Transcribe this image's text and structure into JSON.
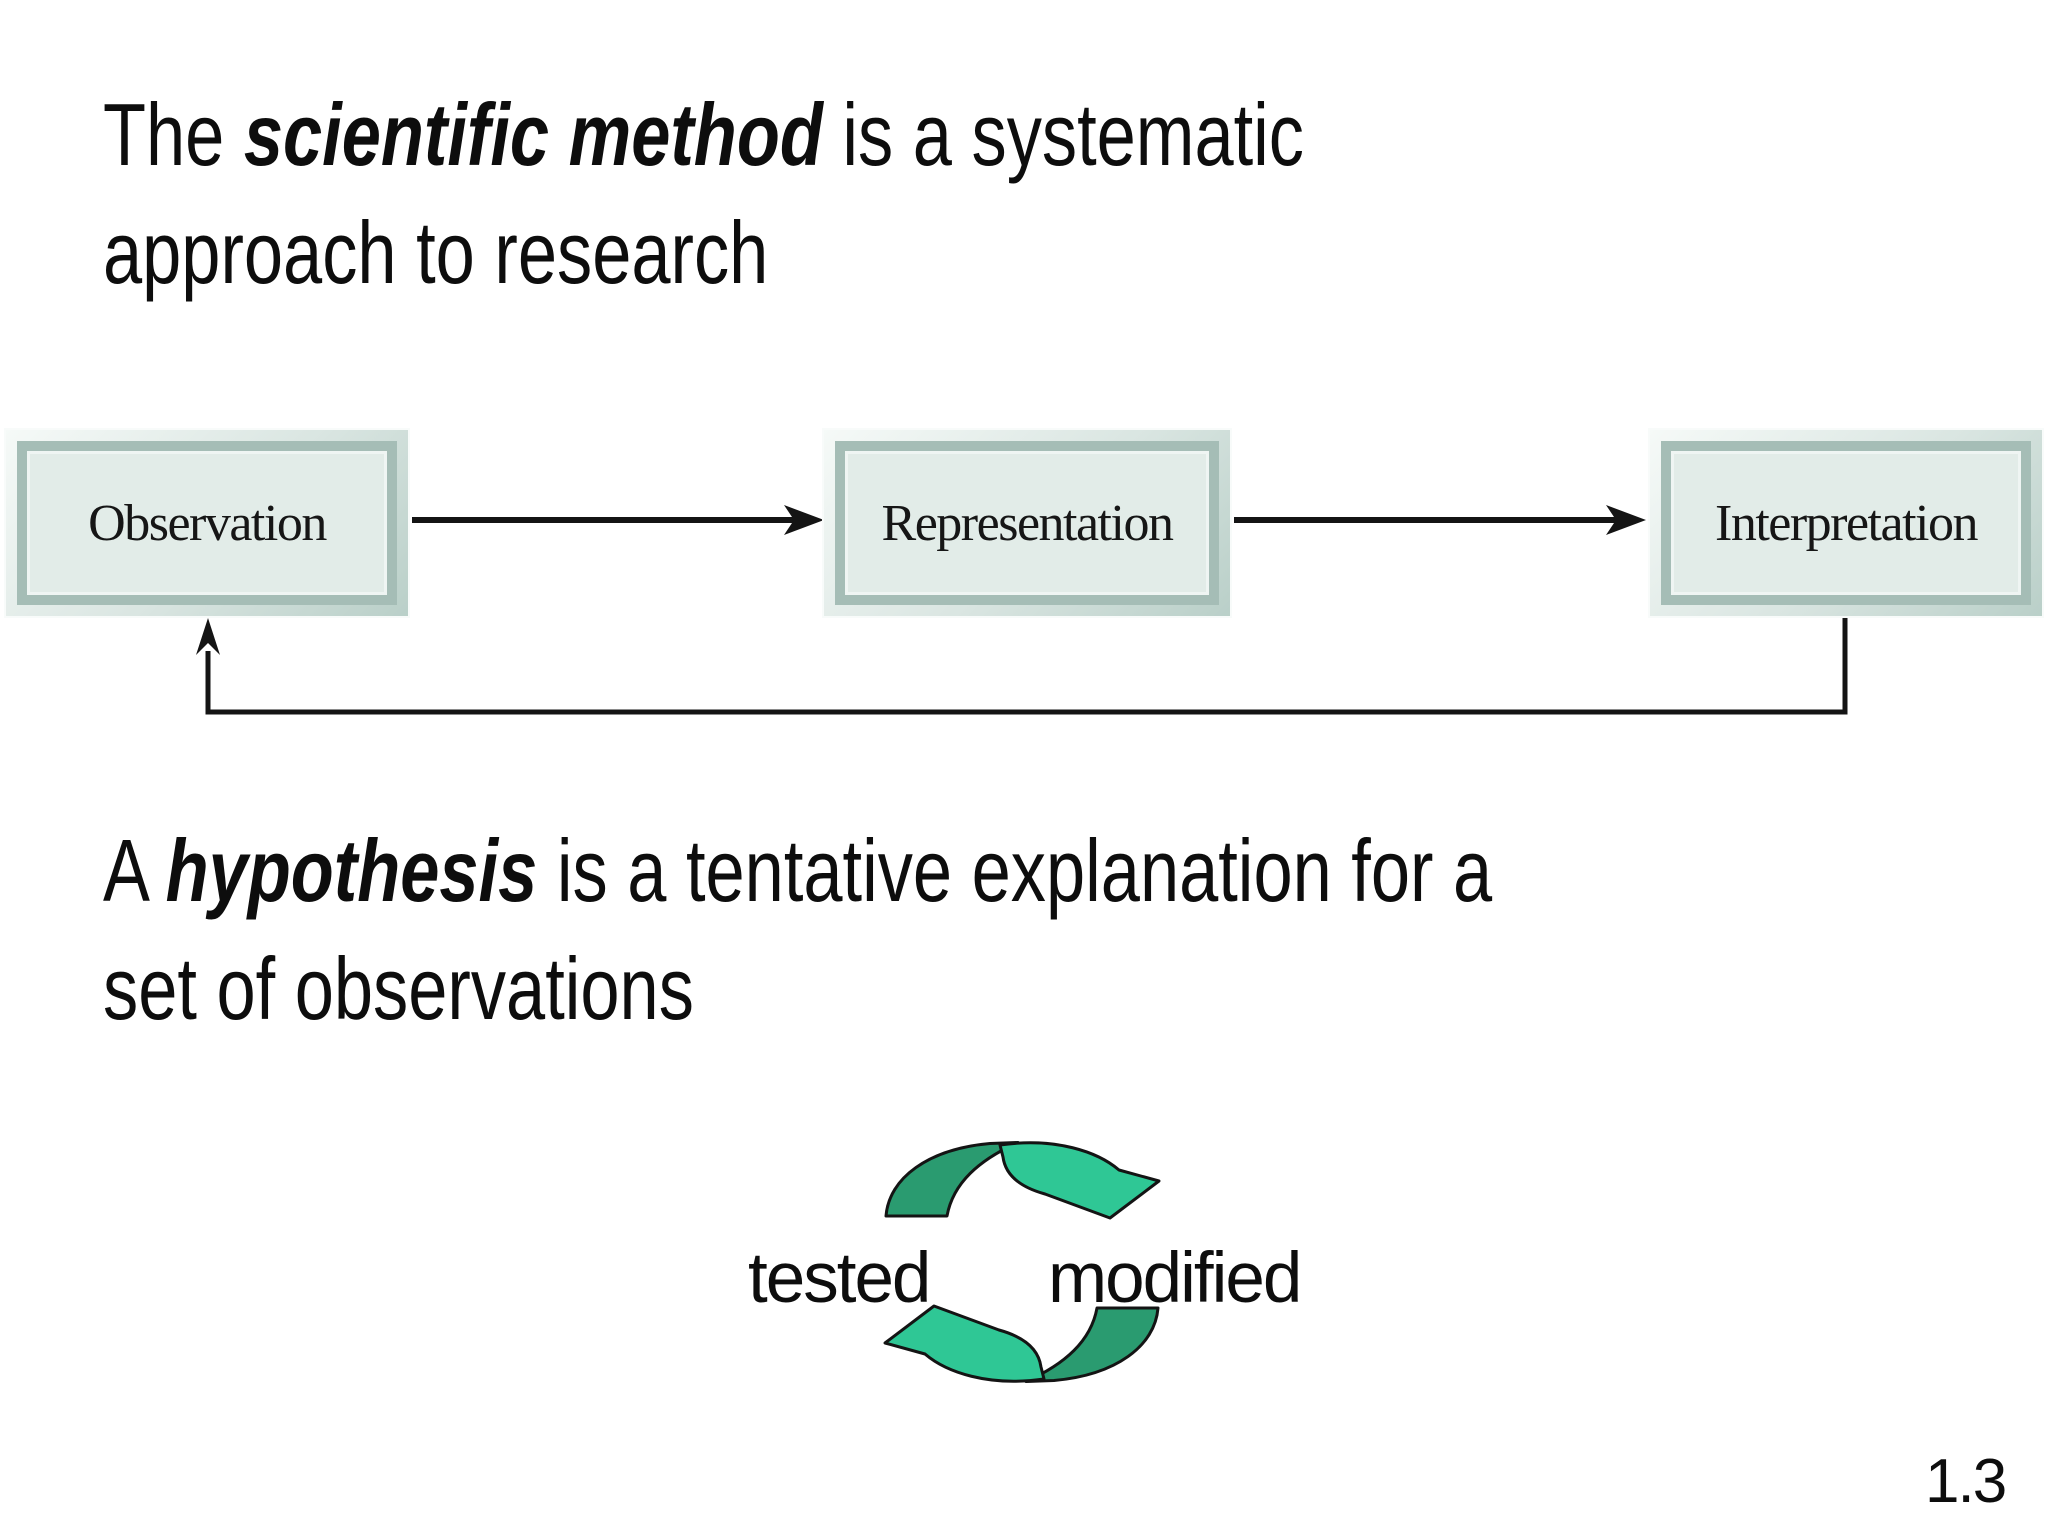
{
  "slide": {
    "statements": [
      {
        "prefix": "The ",
        "emphasis": "scientific method",
        "rest": " is a systematic",
        "line2": "approach to research"
      },
      {
        "prefix": "A ",
        "emphasis": "hypothesis",
        "rest": " is a tentative explanation for a",
        "line2": "set of observations"
      }
    ],
    "page_number": "1.3"
  },
  "flow_diagram": {
    "boxes": [
      {
        "label": "Observation"
      },
      {
        "label": "Representation"
      },
      {
        "label": "Interpretation"
      }
    ],
    "flow": "Observation -> Representation -> Interpretation -> feedback to Observation"
  },
  "cycle_diagram": {
    "left_label": "tested",
    "right_label": "modified",
    "meaning": "hypothesis is tested and modified in a cycle"
  },
  "colors": {
    "box-fill": "#e2ece8",
    "box-band": "#a5bdb6",
    "box-frame": "#d9e5e1",
    "arrow-dark-green": "#2a9b70",
    "arrow-light-green": "#2fc795",
    "line-color": "#141414"
  }
}
